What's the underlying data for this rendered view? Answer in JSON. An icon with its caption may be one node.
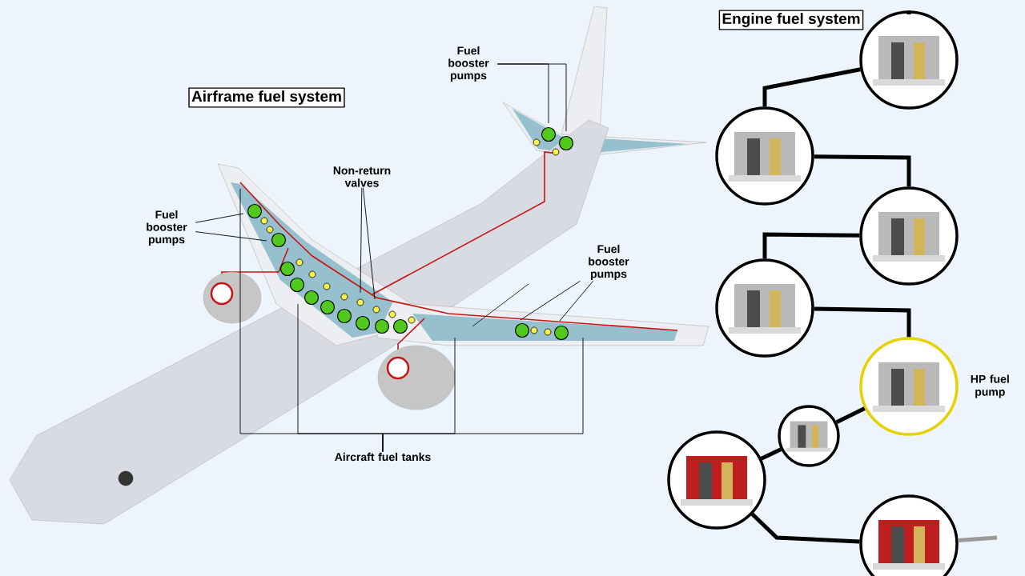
{
  "diagram": {
    "nodes": [
      {
        "text": [
          "Airframe fuel system"
        ]
      },
      {
        "text": [
          "Engine fuel system"
        ]
      },
      {
        "text": [
          "Fuel booster pumps"
        ]
      },
      {
        "text": [
          "Fuel booster pumps"
        ]
      },
      {
        "text": [
          "Non-return valves"
        ]
      },
      {
        "text": [
          "Fuel booster pumps"
        ]
      },
      {
        "text": [
          "Aircraft fuel tanks"
        ]
      },
      {
        "text": [],
        "shape": "picture"
      },
      {
        "text": [],
        "shape": "picture"
      },
      {
        "text": [],
        "shape": "picture"
      },
      {
        "text": [],
        "shape": "picture"
      },
      {
        "text": [],
        "shape": "picture",
        "beside": [
          "HP fuel pump"
        ]
      },
      {
        "text": [],
        "shape": "picture"
      },
      {
        "text": [],
        "shape": "picture"
      },
      {
        "text": [],
        "shape": "picture"
      }
    ],
    "edges": [
      {
        "from": 2,
        "to": null,
        "arrow": "none"
      },
      {
        "from": 2,
        "to": null,
        "arrow": "none"
      },
      {
        "from": 3,
        "to": null,
        "arrow": "none"
      },
      {
        "from": 3,
        "to": null,
        "arrow": "none"
      },
      {
        "from": 4,
        "to": null,
        "arrow": "none"
      },
      {
        "from": 4,
        "to": null,
        "arrow": "none"
      },
      {
        "from": 5,
        "to": null,
        "arrow": "none"
      },
      {
        "from": 5,
        "to": null,
        "arrow": "none"
      },
      {
        "from": 6,
        "to": null,
        "arrow": "none"
      },
      {
        "from": 6,
        "to": null,
        "arrow": "none"
      },
      {
        "from": 6,
        "to": null,
        "arrow": "none"
      },
      {
        "from": 6,
        "to": null,
        "arrow": "none"
      },
      {
        "from": null,
        "to": 7,
        "arrow": "none",
        "style": "thick"
      },
      {
        "from": 8,
        "to": 7,
        "arrow": "none",
        "style": "thick"
      },
      {
        "from": 8,
        "to": 9,
        "arrow": "none",
        "style": "thick"
      },
      {
        "from": 10,
        "to": 9,
        "arrow": "none",
        "style": "thick"
      },
      {
        "from": 10,
        "to": 11,
        "arrow": "none",
        "style": "thick"
      },
      {
        "from": 11,
        "to": 12,
        "arrow": "none",
        "style": "thick"
      },
      {
        "from": 12,
        "to": 13,
        "arrow": "none",
        "style": "thick"
      },
      {
        "from": 13,
        "to": 14,
        "arrow": "none",
        "style": "thick"
      },
      {
        "from": 14,
        "to": null,
        "arrow": "none",
        "style": "thick",
        "color": "#999999"
      }
    ]
  }
}
